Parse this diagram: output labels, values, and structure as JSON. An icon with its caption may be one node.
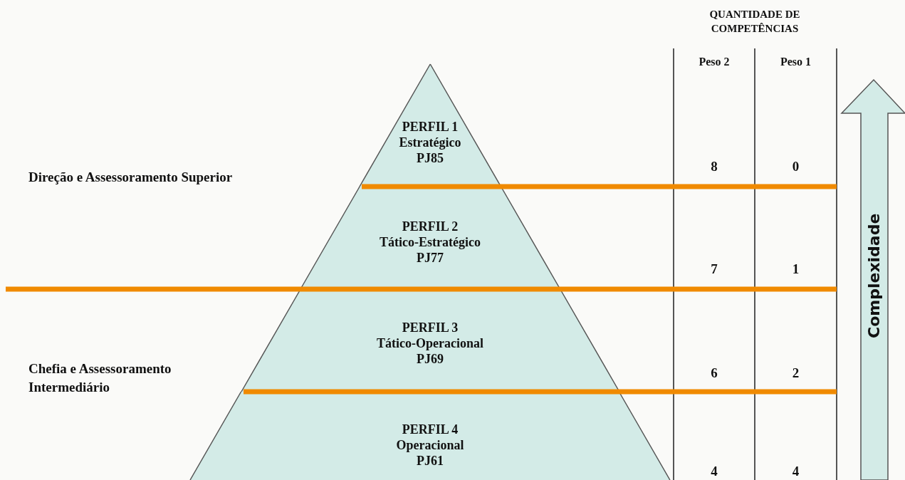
{
  "diagram": {
    "nodes": [
      {
        "text": [
          "PERFIL 1",
          "Estratégico",
          "PJ85"
        ]
      },
      {
        "text": [
          "PERFIL 2",
          "Tático-Estratégico",
          "PJ77"
        ]
      },
      {
        "text": [
          "PERFIL 3",
          "Tático-Operacional",
          "PJ69"
        ]
      },
      {
        "text": [
          "PERFIL 4",
          "Operacional",
          "PJ61"
        ]
      },
      {
        "text": [
          "Complexidade"
        ]
      }
    ],
    "labels": [
      "QUANTIDADE DE COMPETÊNCIAS",
      "Peso 2",
      "Peso 1",
      "Direção e Assessoramento Superior",
      "8",
      "0",
      "7",
      "1",
      "Chefia e Assessoramento Intermediário",
      "6",
      "2",
      "4",
      "4"
    ]
  }
}
